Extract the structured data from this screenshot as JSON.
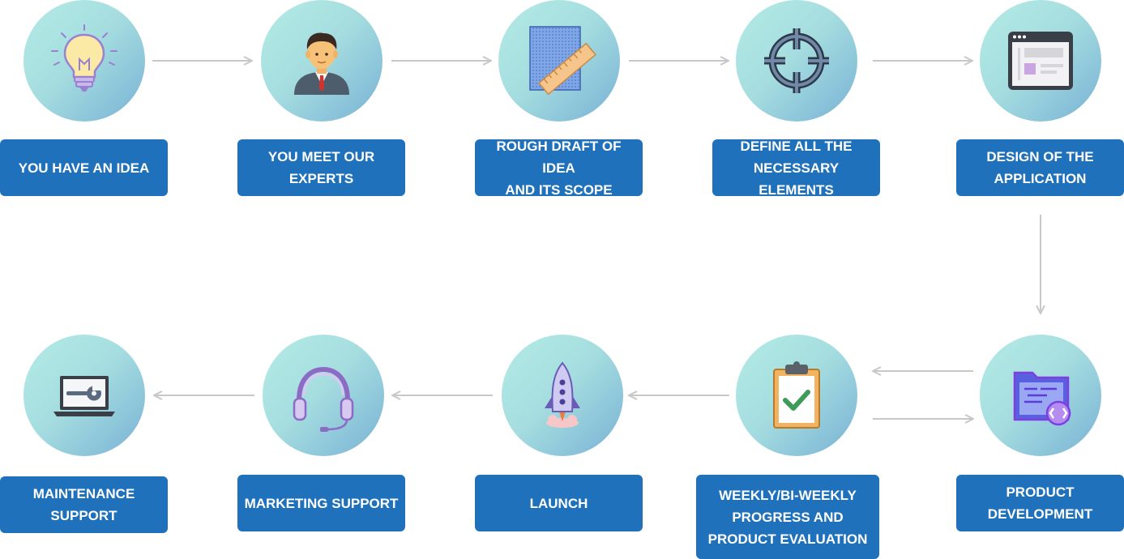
{
  "steps": [
    {
      "label": "YOU HAVE AN IDEA",
      "icon": "lightbulb-icon"
    },
    {
      "label": "YOU MEET OUR\nEXPERTS",
      "icon": "expert-icon"
    },
    {
      "label": "ROUGH DRAFT OF IDEA\nAND ITS SCOPE",
      "icon": "blueprint-ruler-icon"
    },
    {
      "label": "DEFINE ALL THE\nNECESSARY ELEMENTS",
      "icon": "target-icon"
    },
    {
      "label": "DESIGN OF THE\nAPPLICATION",
      "icon": "browser-window-icon"
    },
    {
      "label": "PRODUCT\nDEVELOPMENT",
      "icon": "code-folder-icon"
    },
    {
      "label": "WEEKLY/BI-WEEKLY\nPROGRESS AND\nPRODUCT EVALUATION",
      "icon": "clipboard-check-icon"
    },
    {
      "label": "LAUNCH",
      "icon": "rocket-icon"
    },
    {
      "label": "MARKETING SUPPORT",
      "icon": "headset-icon"
    },
    {
      "label": "MAINTENANCE\nSUPPORT",
      "icon": "laptop-wrench-icon"
    }
  ],
  "colors": {
    "label_bg": "#2071bb",
    "label_text": "#ffffff",
    "arrow": "#c8c8c8"
  }
}
